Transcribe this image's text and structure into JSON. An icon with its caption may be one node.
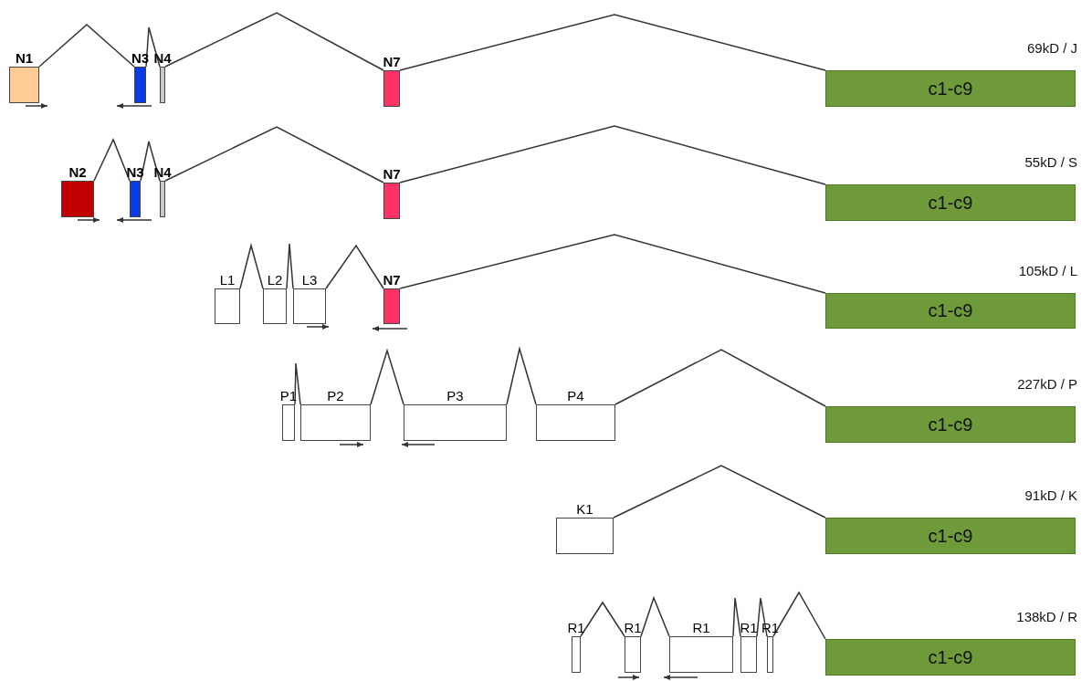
{
  "diagram": {
    "nodes": [
      {
        "text": [
          "N1"
        ]
      },
      {
        "text": [
          "N3"
        ]
      },
      {
        "text": [
          "N4"
        ]
      },
      {
        "text": [
          "N7"
        ]
      },
      {
        "text": [
          "c1-c9"
        ],
        "beside": [
          "69kD / J"
        ]
      },
      {
        "text": [
          "N2"
        ]
      },
      {
        "text": [
          "N3"
        ]
      },
      {
        "text": [
          "N4"
        ]
      },
      {
        "text": [
          "N7"
        ]
      },
      {
        "text": [
          "c1-c9"
        ],
        "beside": [
          "55kD / S"
        ]
      },
      {
        "text": [
          "L1"
        ]
      },
      {
        "text": [
          "L2"
        ]
      },
      {
        "text": [
          "L3"
        ]
      },
      {
        "text": [
          "N7"
        ]
      },
      {
        "text": [
          "c1-c9"
        ],
        "beside": [
          "105kD / L"
        ]
      },
      {
        "text": [
          "P1"
        ]
      },
      {
        "text": [
          "P2"
        ]
      },
      {
        "text": [
          "P3"
        ]
      },
      {
        "text": [
          "P4"
        ]
      },
      {
        "text": [
          "c1-c9"
        ],
        "beside": [
          "227kD / P"
        ]
      },
      {
        "text": [
          "K1"
        ]
      },
      {
        "text": [
          "c1-c9"
        ],
        "beside": [
          "91kD / K"
        ]
      },
      {
        "text": [
          "R1"
        ]
      },
      {
        "text": [
          "R1"
        ]
      },
      {
        "text": [
          "R1"
        ]
      },
      {
        "text": [
          "R1"
        ]
      },
      {
        "text": [
          "R1"
        ]
      },
      {
        "text": [
          "c1-c9"
        ],
        "beside": [
          "138kD / R"
        ]
      }
    ],
    "edges": [
      {
        "from": 0,
        "to": 1,
        "arrow": "none"
      },
      {
        "from": 1,
        "to": 2,
        "arrow": "none"
      },
      {
        "from": 2,
        "to": 3,
        "arrow": "none"
      },
      {
        "from": 3,
        "to": 4,
        "arrow": "none"
      },
      {
        "from": 5,
        "to": 6,
        "arrow": "none"
      },
      {
        "from": 6,
        "to": 7,
        "arrow": "none"
      },
      {
        "from": 7,
        "to": 8,
        "arrow": "none"
      },
      {
        "from": 8,
        "to": 9,
        "arrow": "none"
      },
      {
        "from": 10,
        "to": 11,
        "arrow": "none"
      },
      {
        "from": 11,
        "to": 12,
        "arrow": "none"
      },
      {
        "from": 12,
        "to": 13,
        "arrow": "none"
      },
      {
        "from": 13,
        "to": 14,
        "arrow": "none"
      },
      {
        "from": 15,
        "to": 16,
        "arrow": "none"
      },
      {
        "from": 16,
        "to": 17,
        "arrow": "none"
      },
      {
        "from": 17,
        "to": 18,
        "arrow": "none"
      },
      {
        "from": 18,
        "to": 19,
        "arrow": "none"
      },
      {
        "from": 20,
        "to": 21,
        "arrow": "none"
      },
      {
        "from": 22,
        "to": 23,
        "arrow": "none"
      },
      {
        "from": 23,
        "to": 24,
        "arrow": "none"
      },
      {
        "from": 24,
        "to": 25,
        "arrow": "none"
      },
      {
        "from": 25,
        "to": 26,
        "arrow": "none"
      },
      {
        "from": 26,
        "to": 27,
        "arrow": "none"
      }
    ]
  }
}
